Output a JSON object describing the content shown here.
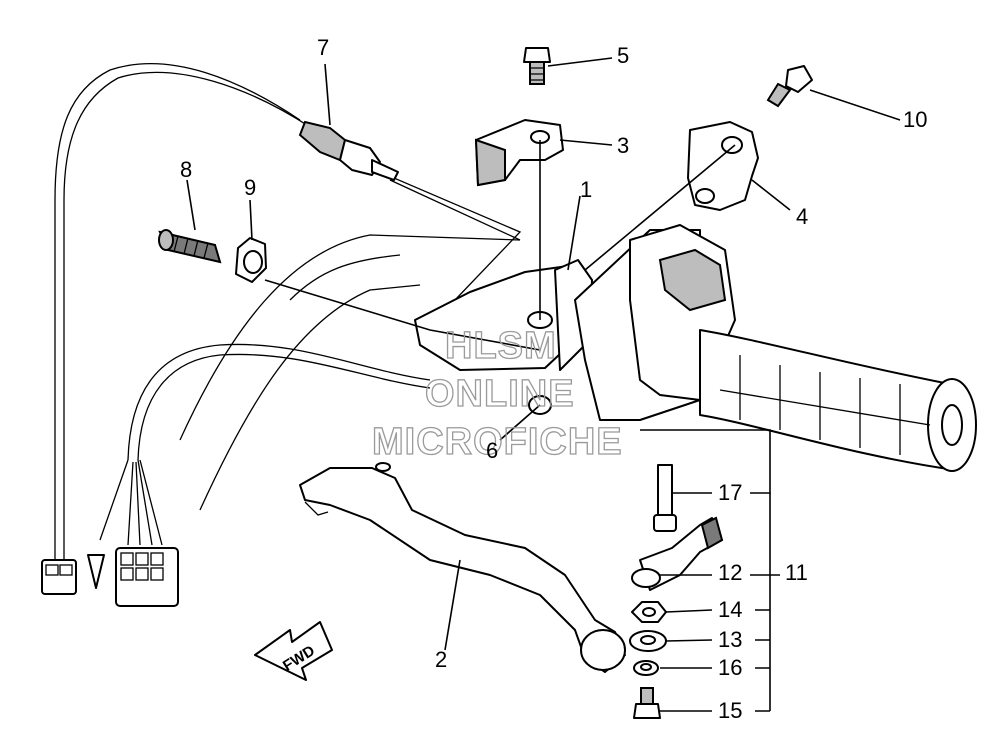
{
  "callouts": {
    "c1": "1",
    "c2": "2",
    "c3": "3",
    "c4": "4",
    "c5": "5",
    "c6": "6",
    "c7": "7",
    "c8": "8",
    "c9": "9",
    "c10": "10",
    "c11": "11",
    "c12": "12",
    "c13": "13",
    "c14": "14",
    "c15": "15",
    "c16": "16",
    "c17": "17"
  },
  "direction_arrow": {
    "label": "FWD"
  },
  "watermark": {
    "line1": "HLSM",
    "line2": "ONLINE",
    "line3": "MICROFICHE"
  }
}
